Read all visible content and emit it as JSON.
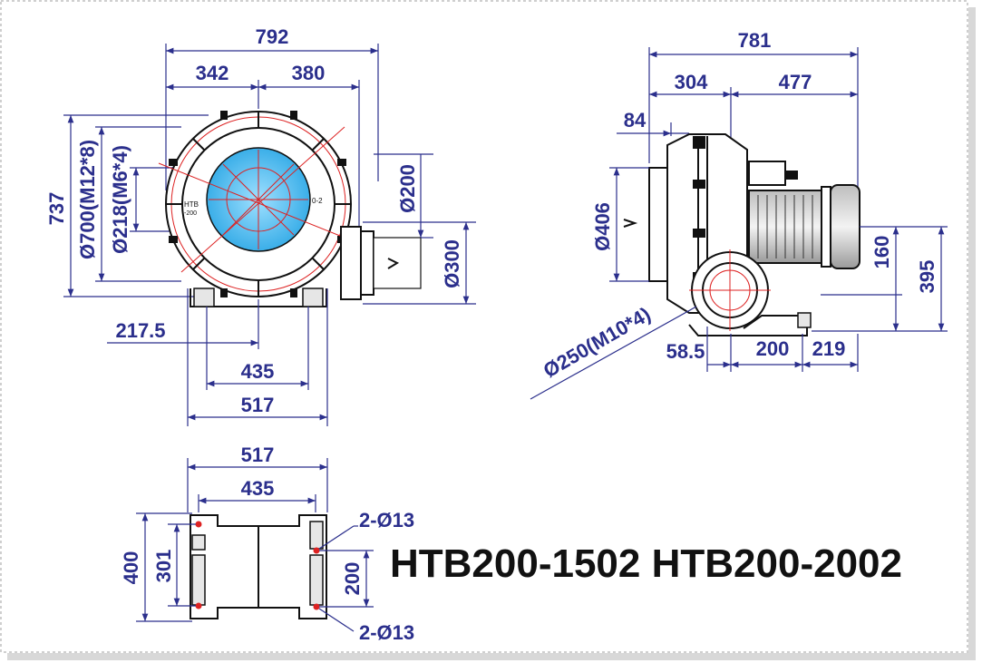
{
  "model_title": "HTB200-1502 HTB200-2002",
  "front_view": {
    "overall_width": "792",
    "left_width": "342",
    "right_width": "380",
    "overall_height": "737",
    "bolt_circle": "Ø700(M12*8)",
    "inner_bolt": "Ø218(M6*4)",
    "outlet_dia": "Ø200",
    "outlet_flange": "Ø300",
    "offset": "217.5",
    "base_inner": "435",
    "base_outer": "517",
    "label_main": "HTB",
    "label_sub": "-200",
    "label_right": "0-2"
  },
  "side_view": {
    "overall_length": "781",
    "left_length": "304",
    "right_length": "477",
    "inlet_length": "84",
    "inlet_dia": "Ø406",
    "outlet_center": "160",
    "total_height": "395",
    "flange": "Ø250(M10*4)",
    "base_a": "58.5",
    "base_b": "200",
    "base_c": "219"
  },
  "base_view": {
    "outer_width": "517",
    "inner_width": "435",
    "depth": "400",
    "hole_pitch": "301",
    "hole_spacing": "200",
    "holes_top": "2-Ø13",
    "holes_bottom": "2-Ø13"
  },
  "colors": {
    "dimension": "#2b2f8c",
    "outline": "#111111",
    "inlet_fill": "#5fc3f0",
    "center_lines": "#dd2222"
  }
}
